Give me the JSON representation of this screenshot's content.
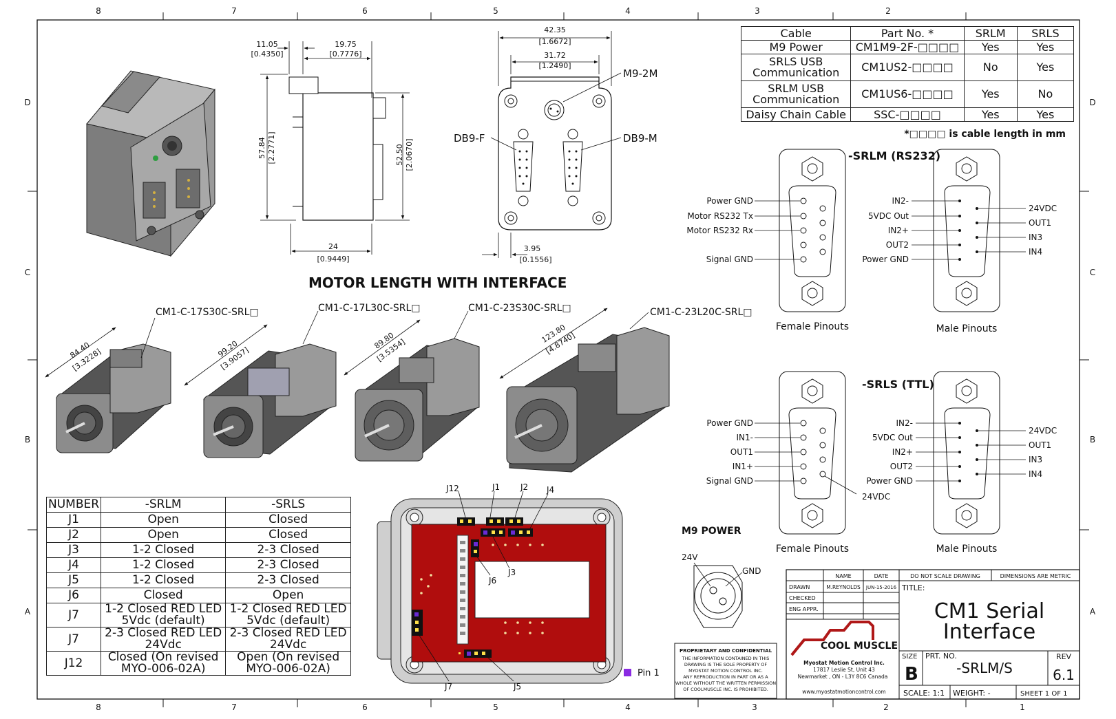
{
  "border_labels": {
    "top": [
      "8",
      "7",
      "6",
      "5",
      "4",
      "3",
      "2"
    ],
    "bottom": [
      "8",
      "7",
      "6",
      "5",
      "4",
      "3",
      "2",
      "1"
    ],
    "side": [
      "D",
      "C",
      "B",
      "A"
    ]
  },
  "dims": {
    "d_11_05": "11.05",
    "d_0_4350": "[0.4350]",
    "d_19_75": "19.75",
    "d_0_7776": "[0.7776]",
    "d_57_84": "57.84",
    "d_2_2771": "[2.2771]",
    "d_52_50": "52.50",
    "d_2_0670": "[2.0670]",
    "d_24": "24",
    "d_0_9449": "[0.9449]",
    "d_42_35": "42.35",
    "d_1_6672": "[1.6672]",
    "d_31_72": "31.72",
    "d_1_2490": "[1.2490]",
    "d_3_95": "3.95",
    "d_0_1556": "[0.1556]"
  },
  "connector_labels": {
    "m9": "M9-2M",
    "db9f": "DB9-F",
    "db9m": "DB9-M"
  },
  "motor_section": {
    "title": "MOTOR LENGTH WITH INTERFACE",
    "motors": [
      {
        "model": "CM1-C-17S30C-SRL□",
        "len_mm": "84.40",
        "len_in": "[3.3228]"
      },
      {
        "model": "CM1-C-17L30C-SRL□",
        "len_mm": "99.20",
        "len_in": "[3.9057]"
      },
      {
        "model": "CM1-C-23S30C-SRL□",
        "len_mm": "89.80",
        "len_in": "[3.5354]"
      },
      {
        "model": "CM1-C-23L20C-SRL□",
        "len_mm": "123.80",
        "len_in": "[4.8740]"
      }
    ]
  },
  "cable_table": {
    "headers": [
      "Cable",
      "Part No. *",
      "SRLM",
      "SRLS"
    ],
    "rows": [
      {
        "cable": "M9 Power",
        "part": "CM1M9-2F-□□□□",
        "srlm": "Yes",
        "srls": "Yes"
      },
      {
        "cable": "SRLS USB Communication",
        "part": "CM1US2-□□□□",
        "srlm": "No",
        "srls": "Yes"
      },
      {
        "cable": "SRLM USB Communication",
        "part": "CM1US6-□□□□",
        "srlm": "Yes",
        "srls": "No"
      },
      {
        "cable": "Daisy Chain Cable",
        "part": "SSC-□□□□",
        "srlm": "Yes",
        "srls": "Yes"
      }
    ],
    "note": "*□□□□ is cable length in mm"
  },
  "srlm": {
    "title": "-SRLM (RS232)",
    "female_pins": [
      "Power GND",
      "Motor RS232 Tx",
      "Motor RS232 Rx",
      "Signal GND"
    ],
    "male_left": [
      "IN2-",
      "5VDC Out",
      "IN2+",
      "OUT2",
      "Power GND"
    ],
    "male_right": [
      "24VDC",
      "OUT1",
      "IN3",
      "IN4"
    ],
    "female_caption": "Female Pinouts",
    "male_caption": "Male Pinouts"
  },
  "srls": {
    "title": "-SRLS (TTL)",
    "female_pins": [
      "Power GND",
      "IN1-",
      "OUT1",
      "IN1+",
      "Signal GND"
    ],
    "female_extra": "24VDC",
    "male_left": [
      "IN2-",
      "5VDC Out",
      "IN2+",
      "OUT2",
      "Power GND"
    ],
    "male_right": [
      "24VDC",
      "OUT1",
      "IN3",
      "IN4"
    ],
    "female_caption": "Female Pinouts",
    "male_caption": "Male Pinouts"
  },
  "jumper_table": {
    "headers": [
      "NUMBER",
      "-SRLM",
      "-SRLS"
    ],
    "rows": [
      {
        "num": "J1",
        "srlm": [
          "Open"
        ],
        "srls": [
          "Closed"
        ]
      },
      {
        "num": "J2",
        "srlm": [
          "Open"
        ],
        "srls": [
          "Closed"
        ]
      },
      {
        "num": "J3",
        "srlm": [
          "1-2 Closed"
        ],
        "srls": [
          "2-3 Closed"
        ]
      },
      {
        "num": "J4",
        "srlm": [
          "1-2 Closed"
        ],
        "srls": [
          "2-3 Closed"
        ]
      },
      {
        "num": "J5",
        "srlm": [
          "1-2 Closed"
        ],
        "srls": [
          "2-3 Closed"
        ]
      },
      {
        "num": "J6",
        "srlm": [
          "Closed"
        ],
        "srls": [
          "Open"
        ]
      },
      {
        "num": "J7",
        "srlm": [
          "1-2 Closed RED LED",
          "5Vdc (default)"
        ],
        "srls": [
          "1-2 Closed RED LED",
          "5Vdc (default)"
        ]
      },
      {
        "num": "J7",
        "srlm": [
          "2-3 Closed RED LED",
          "24Vdc"
        ],
        "srls": [
          "2-3 Closed RED LED",
          "24Vdc"
        ]
      },
      {
        "num": "J12",
        "srlm": [
          "Closed (On revised",
          "MYO-006-02A)"
        ],
        "srls": [
          "Open (On revised",
          "MYO-006-02A)"
        ]
      }
    ]
  },
  "pcb_labels": {
    "j12": "J12",
    "j1": "J1",
    "j2": "J2",
    "j4": "J4",
    "j3": "J3",
    "j6": "J6",
    "j7": "J7",
    "j5": "J5",
    "pin1": "Pin 1"
  },
  "m9_power": {
    "title": "M9 POWER",
    "v24": "24V",
    "gnd": "GND"
  },
  "title_block": {
    "col_name": "NAME",
    "col_date": "DATE",
    "no_scale": "DO NOT SCALE DRAWING",
    "metric": "DIMENSIONS ARE METRIC",
    "drawn": "DRAWN",
    "drawn_name": "M.REYNOLDS",
    "drawn_date": "JUN-15-2016",
    "checked": "CHECKED",
    "eng_appr": "ENG APPR.",
    "title_label": "TITLE:",
    "title_line1": "CM1 Serial",
    "title_line2": "Interface",
    "size_label": "SIZE",
    "size": "B",
    "prt_label": "PRT. NO.",
    "prt_no": "-SRLM/S",
    "rev_label": "REV",
    "rev": "6.1",
    "scale": "SCALE: 1:1",
    "weight": "WEIGHT: -",
    "sheet": "SHEET 1 OF 1",
    "company_logo": "COOL MUSCLE",
    "company_name": "Myostat Motion Control Inc.",
    "address1": "17817 Leslie St, Unit 43",
    "address2": "Newmarket , ON - L3Y 8C6 Canada",
    "website": "www.myostatmotioncontrol.com",
    "proprietary_title": "PROPRIETARY AND CONFIDENTIAL",
    "proprietary_lines": [
      "THE INFORMATION CONTAINED IN THIS",
      "DRAWING IS THE SOLE PROPERTY OF",
      "MYOSTAT MOTION CONTROL INC.",
      "ANY REPRODUCTION IN PART OR AS A",
      "WHOLE WITHOUT THE WRITTEN PERMISSION",
      "OF COOLMUSCLE INC. IS PROHIBITED."
    ]
  }
}
